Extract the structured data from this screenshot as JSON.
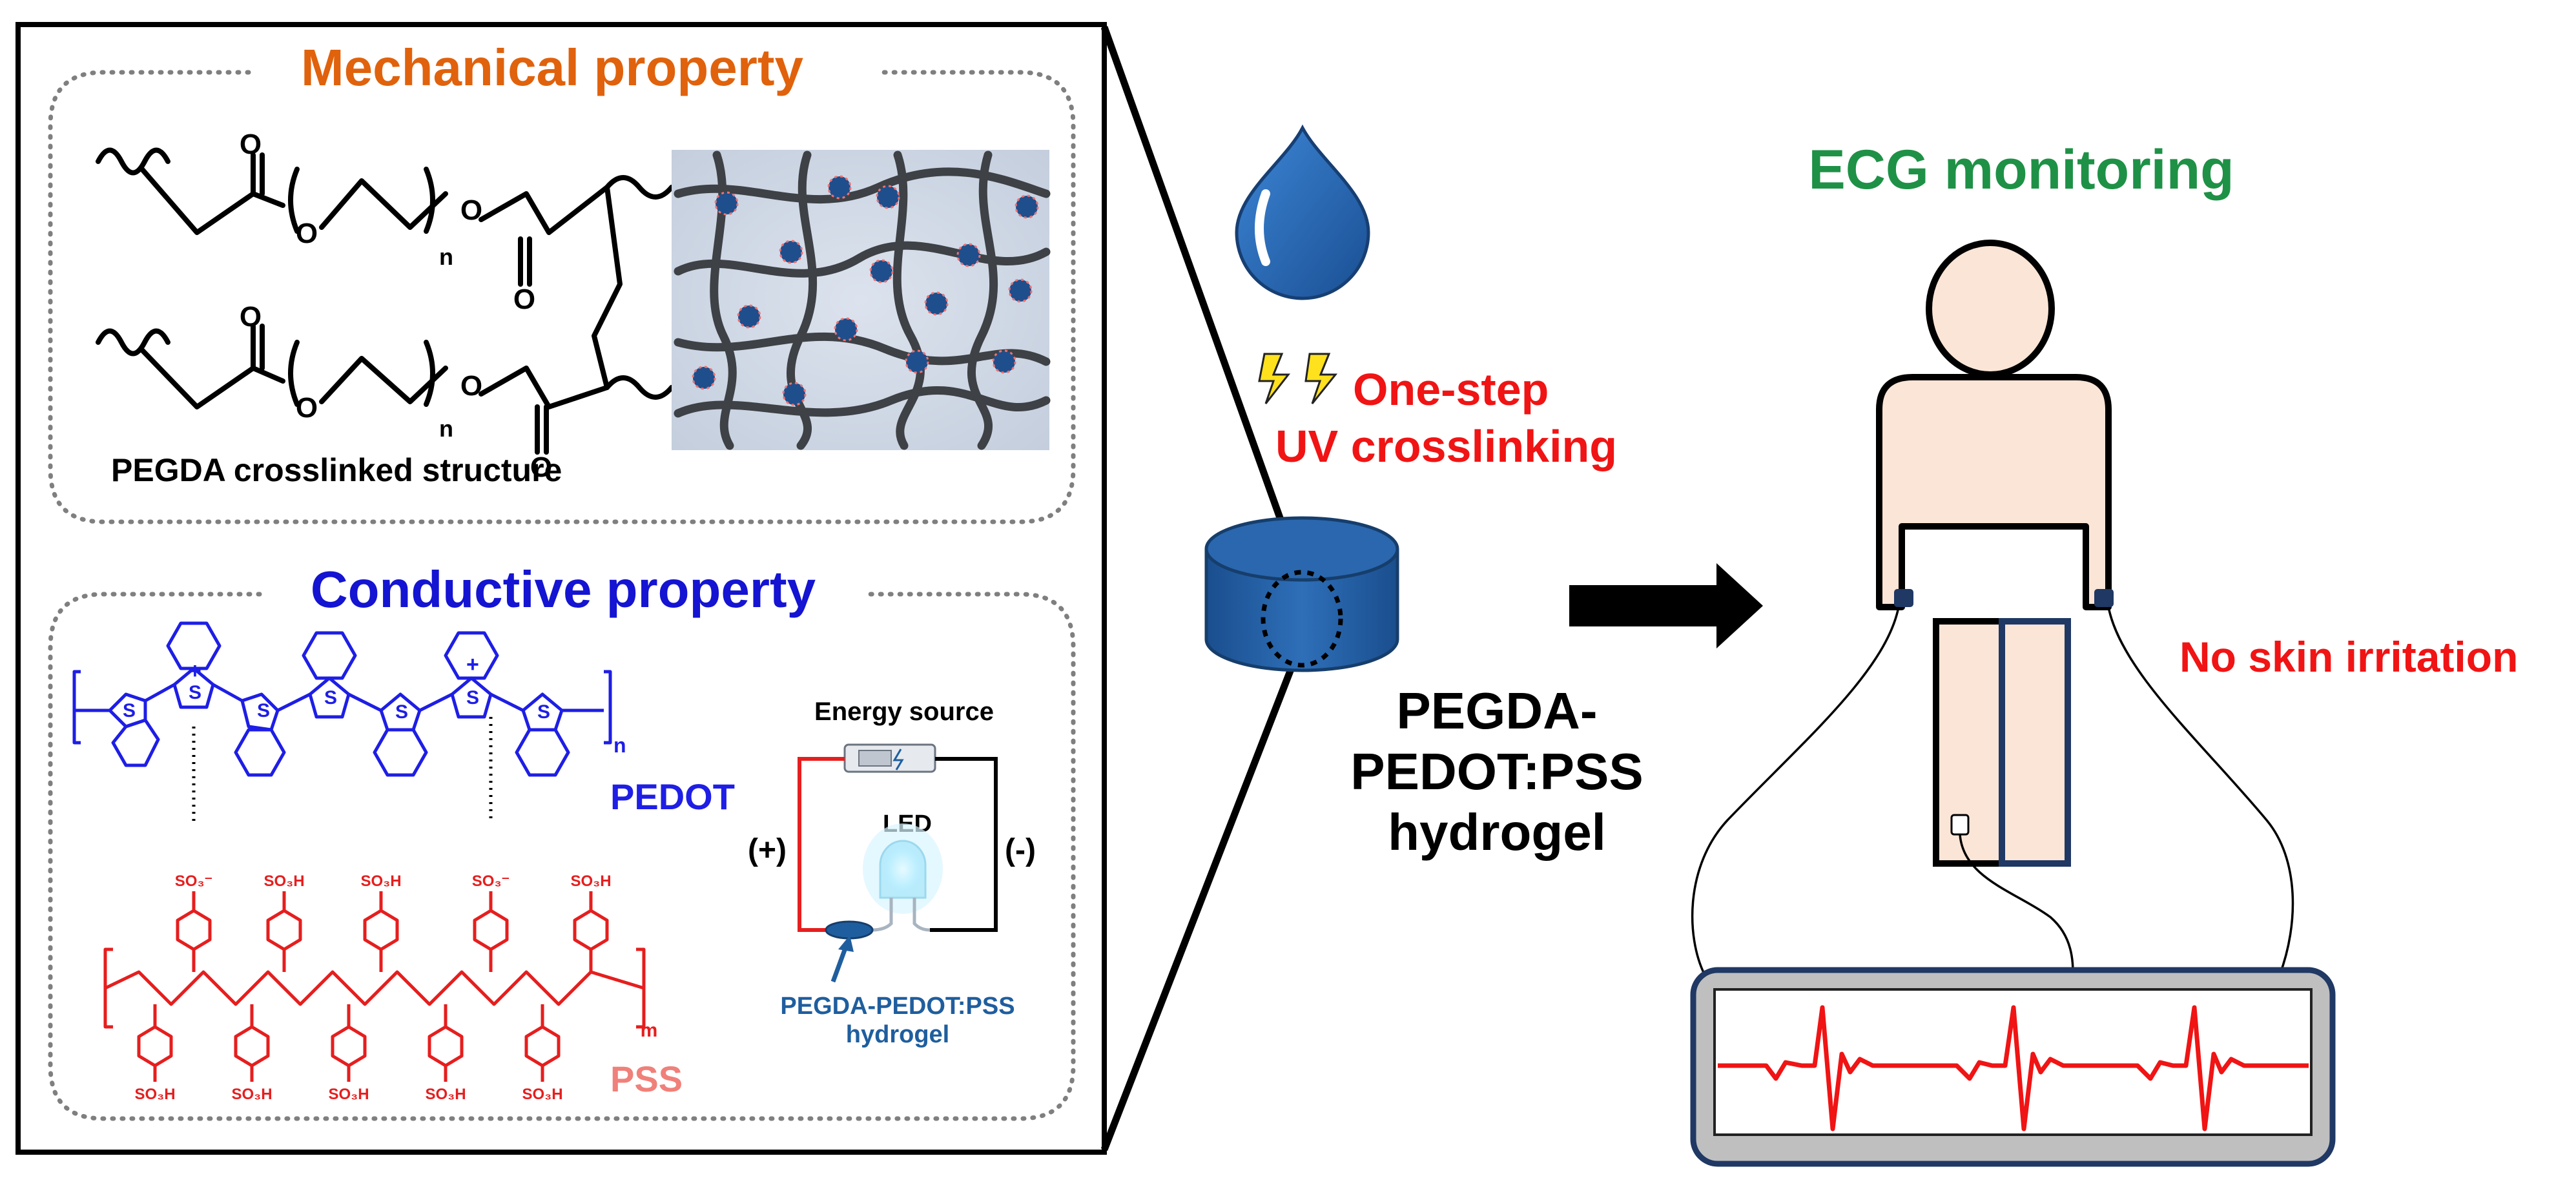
{
  "left_panel": {
    "mechanical": {
      "title": "Mechanical property",
      "structure_caption": "PEGDA crosslinked structure",
      "subscript_n": "n",
      "atom_O": "O"
    },
    "conductive": {
      "title": "Conductive property",
      "pedot_label": "PEDOT",
      "pss_label": "PSS",
      "atom_S": "S",
      "charge_plus": "+",
      "so3_minus": "SO₃⁻",
      "so3h": "SO₃H",
      "subscript_n": "n",
      "subscript_m": "m",
      "circuit": {
        "energy_source": "Energy source",
        "led": "LED",
        "plus_terminal": "(+)",
        "minus_terminal": "(-)",
        "hydrogel_line1": "PEGDA-PEDOT:PSS",
        "hydrogel_line2": "hydrogel"
      }
    }
  },
  "middle": {
    "process_line1": "One-step",
    "process_line2": "UV crosslinking",
    "product_line1": "PEGDA-",
    "product_line2": "PEDOT:PSS",
    "product_line3": "hydrogel"
  },
  "right": {
    "title": "ECG monitoring",
    "side_note": "No skin irritation"
  },
  "colors": {
    "mechanical_title": "#E0620C",
    "conductive_title": "#1414D2",
    "pedot": "#1E1EE6",
    "pss": "#E61E1E",
    "pss_label": "#F0807A",
    "ecg_title": "#1E9146",
    "red_text": "#F01414",
    "hydrogel_blue": "#1F5E9E",
    "navy": "#1F3864",
    "skin": "#FBE5D6"
  }
}
